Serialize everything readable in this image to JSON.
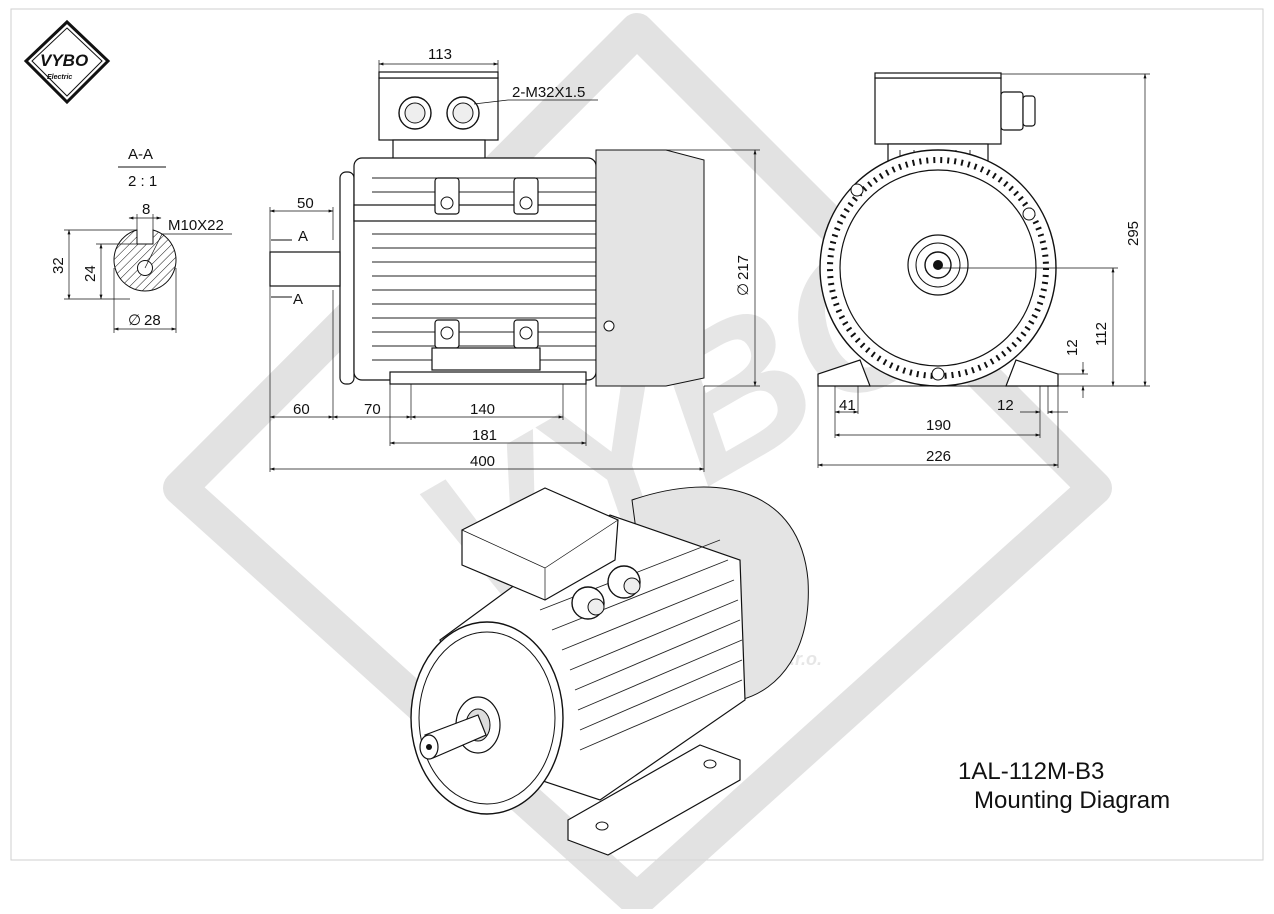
{
  "logo": {
    "brand": "VYBO",
    "sub": "Electric",
    "suffix": "s.r.o."
  },
  "section": {
    "name": "A-A",
    "scale": "2 : 1",
    "key_width": "8",
    "thread": "M10X22",
    "height_32": "32",
    "height_24": "24",
    "diameter": "28",
    "diameter_symbol": "∅"
  },
  "side_view": {
    "box_width": "113",
    "glands": "2-M32X1.5",
    "shaft_len": "50",
    "section_mark": "A",
    "diameter": "217",
    "d60": "60",
    "d70": "70",
    "d140": "140",
    "d181": "181",
    "d400": "400"
  },
  "front_view": {
    "height": "295",
    "axis_height": "112",
    "foot_thickness": "12",
    "foot_edge": "41",
    "hole_size": "12",
    "hole_span": "190",
    "overall_width": "226"
  },
  "title": {
    "model": "1AL-112M-B3",
    "subtitle": "Mounting Diagram"
  }
}
